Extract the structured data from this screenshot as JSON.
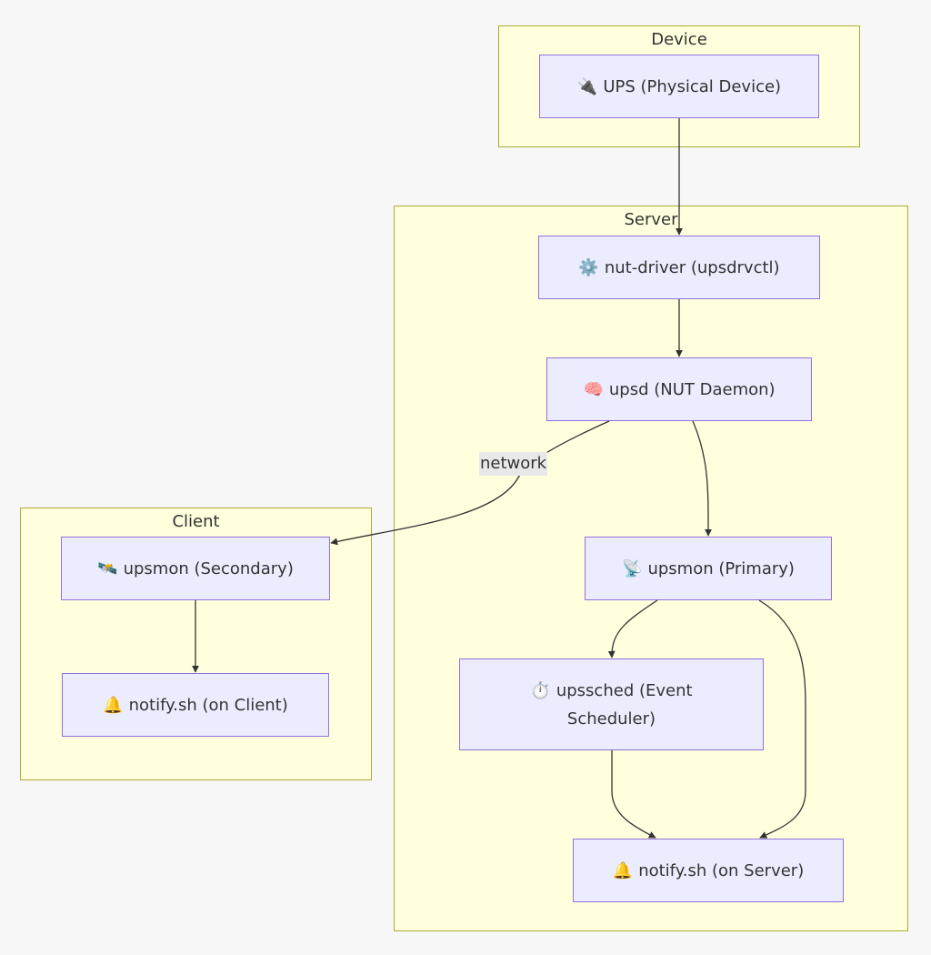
{
  "clusters": {
    "device": "Device",
    "server": "Server",
    "client": "Client"
  },
  "nodes": {
    "ups": {
      "icon": "🔌",
      "label": "UPS (Physical Device)"
    },
    "driver": {
      "icon": "⚙️",
      "label": "nut-driver (upsdrvctl)"
    },
    "upsd": {
      "icon": "🧠",
      "label": "upsd (NUT Daemon)"
    },
    "upsmon_primary": {
      "icon": "📡",
      "label": "upsmon (Primary)"
    },
    "upssched": {
      "icon": "⏱️",
      "label": "upssched (Event Scheduler)"
    },
    "notify_server": {
      "icon": "🔔",
      "label": "notify.sh (on Server)"
    },
    "upsmon_secondary": {
      "icon": "🛰️",
      "label": "upsmon (Secondary)"
    },
    "notify_client": {
      "icon": "🔔",
      "label": "notify.sh (on Client)"
    }
  },
  "edges": {
    "network_label": "network"
  },
  "colors": {
    "cluster_fill": "#ffffde",
    "cluster_stroke": "#aaaa33",
    "node_fill": "#ececff",
    "node_stroke": "#9370db",
    "edge": "#333333",
    "label_bg": "#e8e8e8",
    "background": "#f7f7f7"
  }
}
